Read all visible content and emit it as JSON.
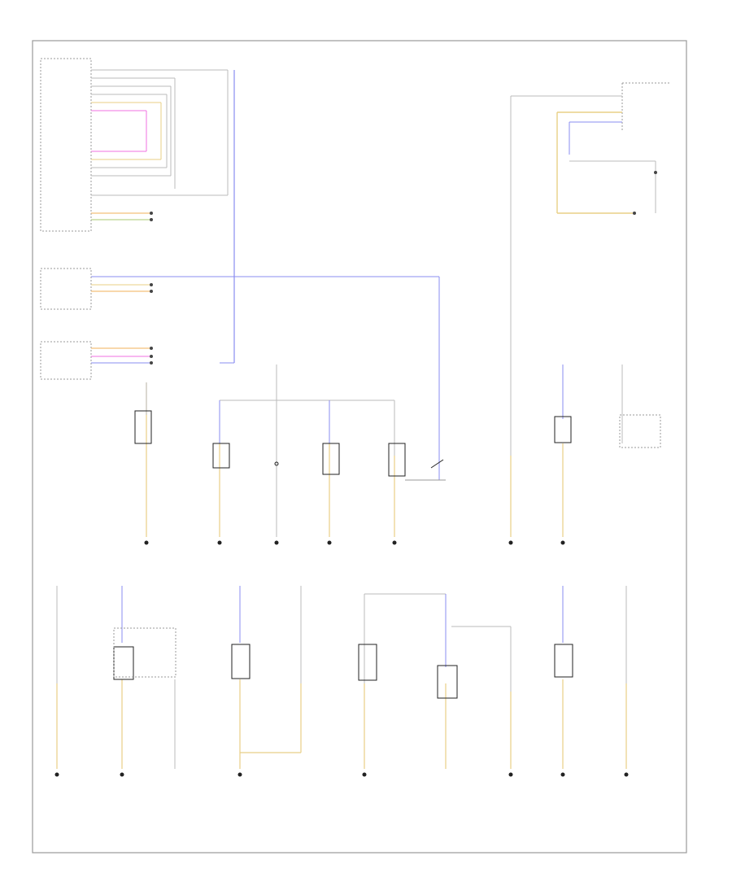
{
  "diagram": {
    "footer_code": "",
    "colors": {
      "frame": "#9a9a9a",
      "wire_gray": "#b0b0b0",
      "wire_blue": "#8a8cf0",
      "wire_yellow": "#e8cf86",
      "wire_magenta": "#f070e0",
      "wire_orange": "#f2b25a",
      "wire_green": "#a8c870",
      "ground": "#222222"
    },
    "labels": {
      "light_switch": "",
      "module_top": "",
      "module_mid": "",
      "module_bottom": "",
      "top_right_module": "",
      "top_right_lamp": ""
    },
    "components": [
      {
        "id": "c1",
        "label": ""
      },
      {
        "id": "c2",
        "label": ""
      },
      {
        "id": "c3",
        "label": ""
      },
      {
        "id": "c4",
        "label": ""
      },
      {
        "id": "c5",
        "label": ""
      },
      {
        "id": "c6",
        "label": ""
      },
      {
        "id": "c7",
        "label": ""
      },
      {
        "id": "c8",
        "label": ""
      },
      {
        "id": "c9",
        "label": ""
      },
      {
        "id": "c10",
        "label": ""
      },
      {
        "id": "c11",
        "label": ""
      },
      {
        "id": "c12",
        "label": ""
      },
      {
        "id": "c13",
        "label": ""
      },
      {
        "id": "c14",
        "label": ""
      },
      {
        "id": "c15",
        "label": ""
      },
      {
        "id": "c16",
        "label": ""
      },
      {
        "id": "c17",
        "label": ""
      },
      {
        "id": "c18",
        "label": ""
      }
    ],
    "grounds": [
      {
        "id": "g1",
        "label": ""
      },
      {
        "id": "g2",
        "label": ""
      },
      {
        "id": "g3",
        "label": ""
      },
      {
        "id": "g4",
        "label": ""
      },
      {
        "id": "g5",
        "label": ""
      },
      {
        "id": "g6",
        "label": ""
      },
      {
        "id": "g7",
        "label": ""
      },
      {
        "id": "g8",
        "label": ""
      },
      {
        "id": "g9",
        "label": ""
      },
      {
        "id": "g10",
        "label": ""
      },
      {
        "id": "g11",
        "label": ""
      },
      {
        "id": "g12",
        "label": ""
      },
      {
        "id": "g13",
        "label": ""
      },
      {
        "id": "g14",
        "label": ""
      }
    ]
  }
}
